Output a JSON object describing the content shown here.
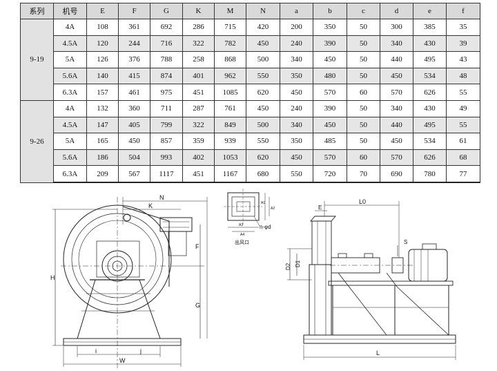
{
  "table": {
    "headers": [
      "系列",
      "机号",
      "E",
      "F",
      "G",
      "K",
      "M",
      "N",
      "a",
      "b",
      "c",
      "d",
      "e",
      "f"
    ],
    "groups": [
      {
        "series": "9-19",
        "rows": [
          [
            "4A",
            "108",
            "361",
            "692",
            "286",
            "715",
            "420",
            "200",
            "350",
            "50",
            "300",
            "385",
            "35"
          ],
          [
            "4.5A",
            "120",
            "244",
            "716",
            "322",
            "782",
            "450",
            "240",
            "390",
            "50",
            "340",
            "430",
            "39"
          ],
          [
            "5A",
            "126",
            "376",
            "788",
            "258",
            "868",
            "500",
            "340",
            "450",
            "50",
            "440",
            "495",
            "43"
          ],
          [
            "5.6A",
            "140",
            "415",
            "874",
            "401",
            "962",
            "550",
            "350",
            "480",
            "50",
            "450",
            "534",
            "48"
          ],
          [
            "6.3A",
            "157",
            "461",
            "975",
            "451",
            "1085",
            "620",
            "450",
            "570",
            "60",
            "570",
            "626",
            "55"
          ]
        ]
      },
      {
        "series": "9-26",
        "rows": [
          [
            "4A",
            "132",
            "360",
            "711",
            "287",
            "761",
            "450",
            "240",
            "390",
            "50",
            "340",
            "430",
            "49"
          ],
          [
            "4.5A",
            "147",
            "405",
            "799",
            "322",
            "849",
            "500",
            "340",
            "450",
            "50",
            "440",
            "495",
            "55"
          ],
          [
            "5A",
            "165",
            "450",
            "857",
            "359",
            "939",
            "550",
            "350",
            "485",
            "50",
            "450",
            "534",
            "61"
          ],
          [
            "5.6A",
            "186",
            "504",
            "993",
            "402",
            "1053",
            "620",
            "450",
            "570",
            "60",
            "570",
            "626",
            "68"
          ],
          [
            "6.3A",
            "209",
            "567",
            "1117",
            "451",
            "1167",
            "680",
            "550",
            "720",
            "70",
            "690",
            "780",
            "77"
          ]
        ]
      }
    ]
  },
  "drawings": {
    "front_view": {
      "dims": [
        "N",
        "K",
        "F",
        "G",
        "H",
        "i",
        "j",
        "W"
      ]
    },
    "outlet_detail": {
      "hole_label": "n-φd",
      "caption": "出风口",
      "small_labels": [
        "A1",
        "A2",
        "A3",
        "A4"
      ]
    },
    "side_view": {
      "dims": [
        "L0",
        "E",
        "S",
        "D2",
        "D1",
        "L"
      ]
    }
  }
}
